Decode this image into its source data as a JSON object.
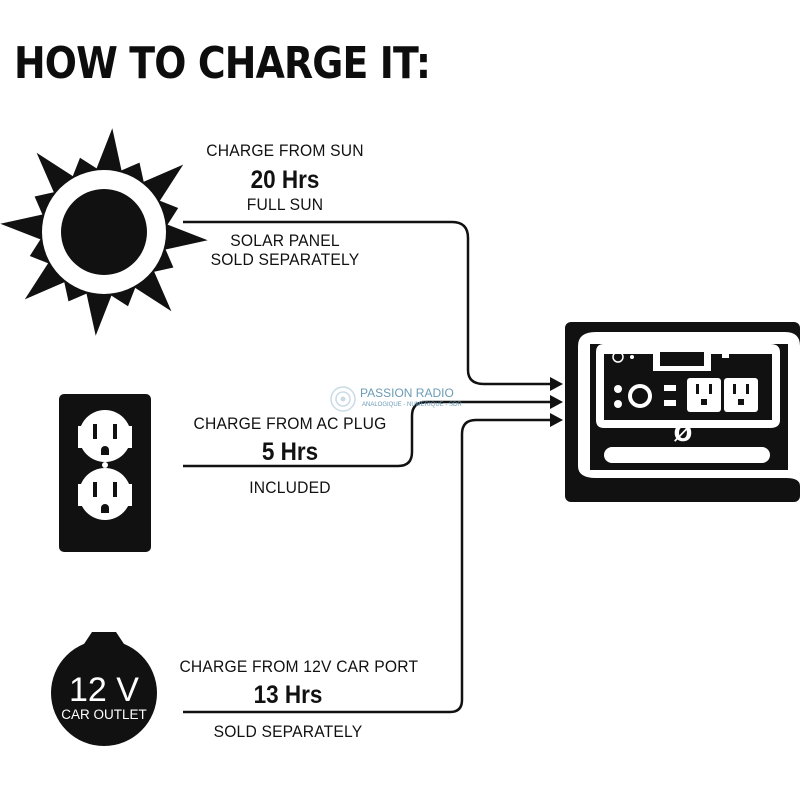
{
  "heading": "HOW TO CHARGE IT:",
  "sources": {
    "sun": {
      "title": "CHARGE FROM SUN",
      "time": "20 Hrs",
      "condition": "FULL SUN",
      "note_line1": "SOLAR PANEL",
      "note_line2": "SOLD SEPARATELY"
    },
    "ac": {
      "title": "CHARGE FROM AC PLUG",
      "time": "5 Hrs",
      "note": "INCLUDED"
    },
    "car": {
      "title": "CHARGE FROM 12V CAR PORT",
      "time": "13 Hrs",
      "note": "SOLD SEPARATELY",
      "outlet_big": "12 V",
      "outlet_small": "CAR OUTLET"
    }
  },
  "device": {
    "logo": "Ø"
  },
  "watermark": {
    "name": "PASSION RADIO",
    "tagline": "ANALOGIQUE - NUMÉRIQUE - SDR"
  },
  "colors": {
    "ink": "#111111",
    "background": "#ffffff"
  },
  "icons": [
    "sun-icon",
    "wall-outlet-icon",
    "car-outlet-icon",
    "power-station-icon",
    "arrow-head-icon"
  ]
}
